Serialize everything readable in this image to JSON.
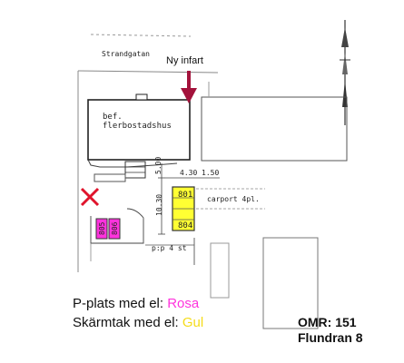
{
  "plan": {
    "street_label": "Strandgatan",
    "new_entrance_label": "Ny infart",
    "building_label_line1": "bef.",
    "building_label_line2": "flerbostadshus",
    "carport_label": "carport 4pl.",
    "parking_label": "p:p 4 st",
    "dim_500": "5.00",
    "dim_430": "4.30",
    "dim_150": "1.50",
    "dim_1030": "10.30",
    "yellow_spots": [
      "801",
      "804"
    ],
    "pink_spots": [
      "805",
      "806"
    ],
    "colors": {
      "arrow": "#a3123b",
      "cross": "#e0142c",
      "yellow": "#ffff33",
      "pink": "#ff33dd"
    }
  },
  "legend": {
    "pink_prefix": "P-plats med el: ",
    "pink_word": "Rosa",
    "yellow_prefix": "Skärmtak med el: ",
    "yellow_word": "Gul"
  },
  "omr": {
    "line1": "OMR: 151",
    "line2": "Flundran 8"
  }
}
